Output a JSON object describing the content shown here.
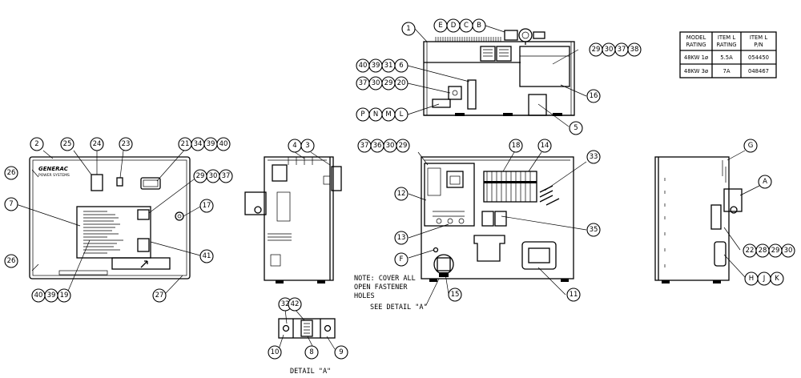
{
  "callouts": {
    "c1": "1",
    "cE": "E",
    "cD": "D",
    "cC": "C",
    "cB": "B",
    "c40": "40",
    "c39": "39",
    "c31": "31",
    "c6": "6",
    "c37": "37",
    "c30": "30",
    "c29": "29",
    "c20": "20",
    "cP": "P",
    "cN": "N",
    "cM": "M",
    "cL": "L",
    "r29": "29",
    "r30": "30",
    "r37": "37",
    "r38": "38",
    "c16": "16",
    "c5": "5",
    "c2": "2",
    "c25": "25",
    "c24": "24",
    "c23": "23",
    "c21": "21",
    "c34": "34",
    "c39b": "39",
    "c40b": "40",
    "c26": "26",
    "c7": "7",
    "c29b": "29",
    "c30b": "30",
    "c37b": "37",
    "c17": "17",
    "c41": "41",
    "c26b": "26",
    "c40c": "40",
    "c39c": "39",
    "c19": "19",
    "c27": "27",
    "c4": "4",
    "c3": "3",
    "c37c": "37",
    "c36": "36",
    "c30c": "30",
    "c29c": "29",
    "c18": "18",
    "c14": "14",
    "c33": "33",
    "c12": "12",
    "c13": "13",
    "c35": "35",
    "cF": "F",
    "c15": "15",
    "c11": "11",
    "cG": "G",
    "cA": "A",
    "c22": "22",
    "c28": "28",
    "c29d": "29",
    "c30d": "30",
    "cH": "H",
    "cJ": "J",
    "cK": "K",
    "c32": "32",
    "c42": "42",
    "c10": "10",
    "c8": "8",
    "c9": "9"
  },
  "notes": {
    "note_line1": "NOTE: COVER ALL",
    "note_line2": "OPEN FASTENER",
    "note_line3": "HOLES",
    "see_detail": "SEE DETAIL \"A\"",
    "detail_label": "DETAIL \"A\"",
    "brand_logo": "GENERAC",
    "brand_sub": "POWER SYSTEMS"
  },
  "table": {
    "headers": [
      [
        "MODEL",
        "RATING"
      ],
      [
        "ITEM L",
        "RATING"
      ],
      [
        "ITEM L",
        "P/N"
      ]
    ],
    "rows": [
      [
        "48KW 1ø",
        "5.5A",
        "054450"
      ],
      [
        "48KW 3ø",
        "7A",
        "048467"
      ]
    ]
  }
}
